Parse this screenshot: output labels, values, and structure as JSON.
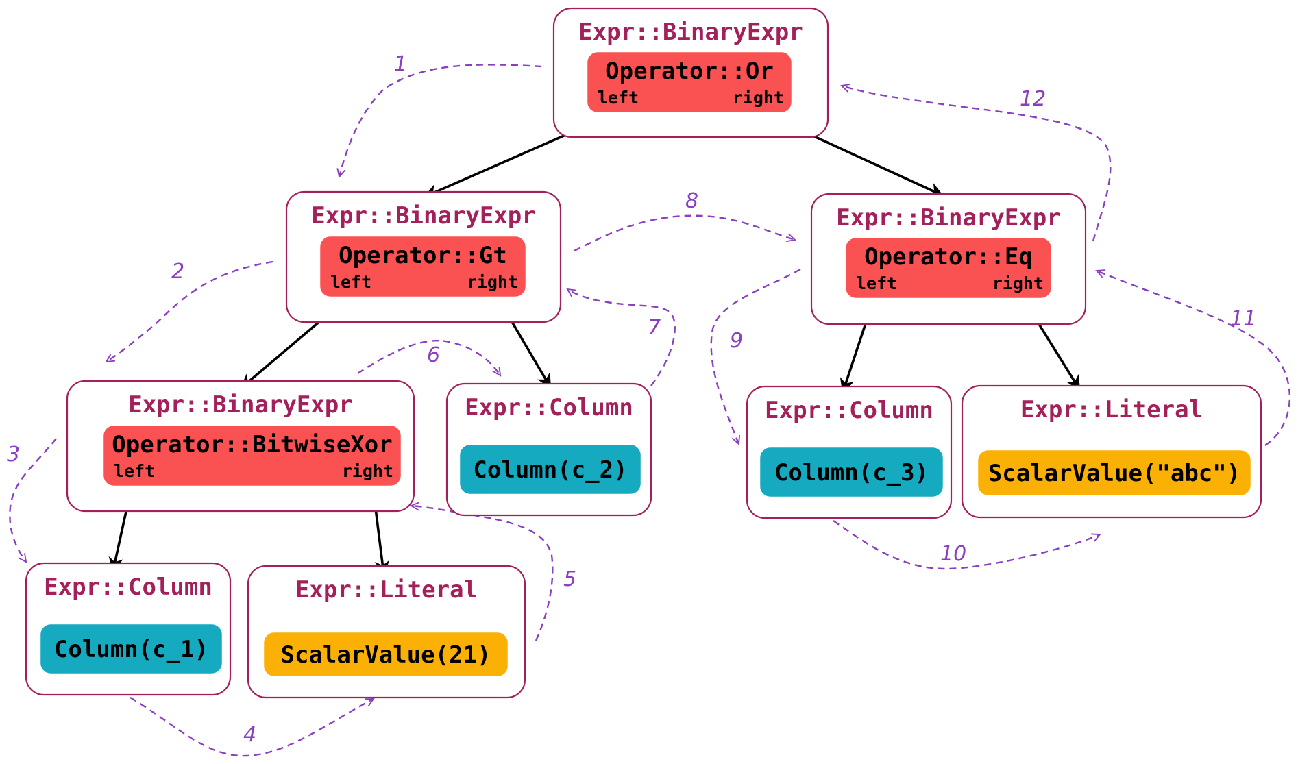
{
  "colors": {
    "frame": "#a3205a",
    "title": "#a3205a",
    "operator": "#fa5252",
    "column": "#15aabf",
    "literal": "#fab005",
    "traversal": "#8a3fbf",
    "edge": "#000000"
  },
  "nodes": {
    "or": {
      "title": "Expr::BinaryExpr",
      "kind": "operator",
      "chip": "Operator::Or",
      "left": "left",
      "right": "right"
    },
    "gt": {
      "title": "Expr::BinaryExpr",
      "kind": "operator",
      "chip": "Operator::Gt",
      "left": "left",
      "right": "right"
    },
    "eq": {
      "title": "Expr::BinaryExpr",
      "kind": "operator",
      "chip": "Operator::Eq",
      "left": "left",
      "right": "right"
    },
    "xor": {
      "title": "Expr::BinaryExpr",
      "kind": "operator",
      "chip": "Operator::BitwiseXor",
      "left": "left",
      "right": "right"
    },
    "col_c2": {
      "title": "Expr::Column",
      "kind": "column",
      "chip": "Column(c_2)"
    },
    "col_c3": {
      "title": "Expr::Column",
      "kind": "column",
      "chip": "Column(c_3)"
    },
    "lit_abc": {
      "title": "Expr::Literal",
      "kind": "literal",
      "chip": "ScalarValue(\"abc\")"
    },
    "col_c1": {
      "title": "Expr::Column",
      "kind": "column",
      "chip": "Column(c_1)"
    },
    "lit_21": {
      "title": "Expr::Literal",
      "kind": "literal",
      "chip": "ScalarValue(21)"
    }
  },
  "edges": [
    {
      "from": "or",
      "side": "left",
      "to": "gt"
    },
    {
      "from": "or",
      "side": "right",
      "to": "eq"
    },
    {
      "from": "gt",
      "side": "left",
      "to": "xor"
    },
    {
      "from": "gt",
      "side": "right",
      "to": "col_c2"
    },
    {
      "from": "xor",
      "side": "left",
      "to": "col_c1"
    },
    {
      "from": "xor",
      "side": "right",
      "to": "lit_21"
    },
    {
      "from": "eq",
      "side": "left",
      "to": "col_c3"
    },
    {
      "from": "eq",
      "side": "right",
      "to": "lit_abc"
    }
  ],
  "traversal_steps": [
    "1",
    "2",
    "3",
    "4",
    "5",
    "6",
    "7",
    "8",
    "9",
    "10",
    "11",
    "12"
  ]
}
